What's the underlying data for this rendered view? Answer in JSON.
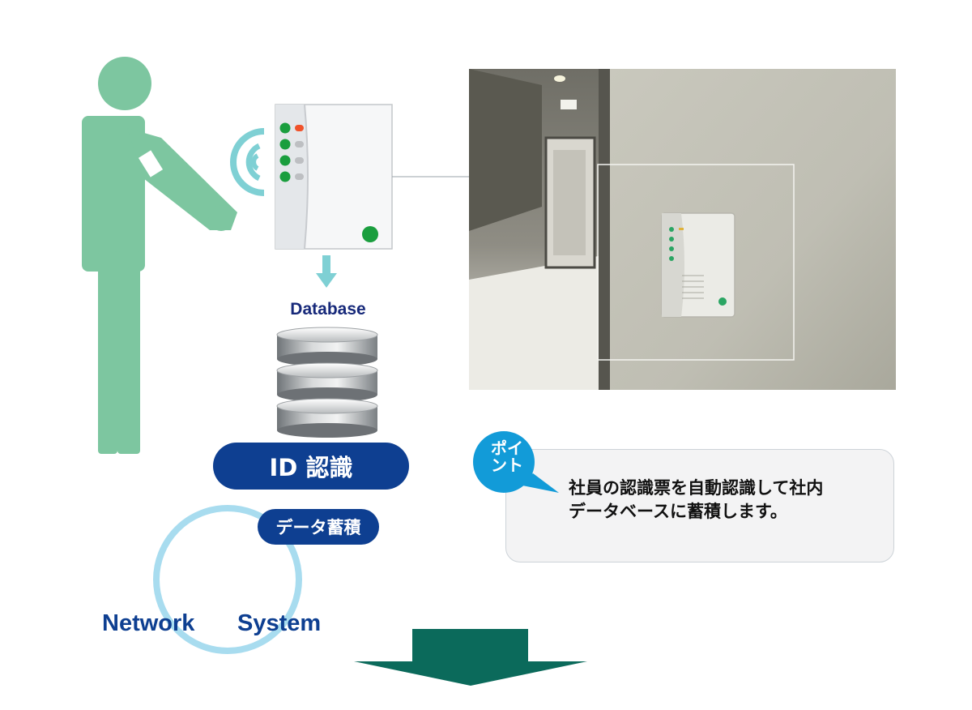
{
  "diagram": {
    "database_label": "Database",
    "id_pill_label": "ID 認識",
    "data_pill_label": "データ蓄積",
    "network_word_1": "Network",
    "network_word_2": "System",
    "point_badge_line1": "ポイ",
    "point_badge_line2": "ント",
    "point_text_line1": "社員の認識票を自動認識して社内",
    "point_text_line2": "データベースに蓄積します。"
  },
  "colors": {
    "figure_green": "#7dc6a0",
    "signal_cyan": "#7fd0d4",
    "navy": "#0e3f91",
    "led_green": "#1a9e3e",
    "led_orange": "#f0522a",
    "arrow_dark_green": "#0b6a5b",
    "circle_light_blue": "#a8dcef"
  },
  "icons": {
    "person": "person-silhouette-icon",
    "signal": "wireless-signal-icon",
    "reader": "card-reader-icon",
    "database": "database-stack-icon"
  }
}
